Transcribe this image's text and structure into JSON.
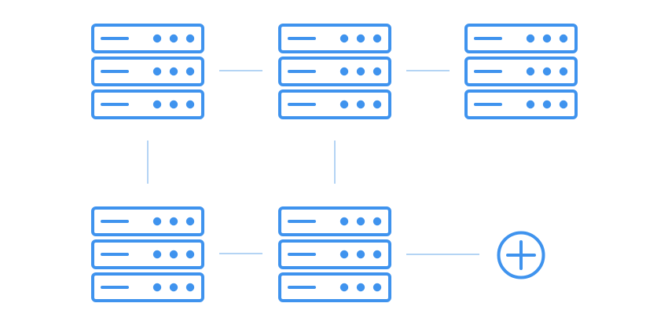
{
  "colors": {
    "accent": "#3f93ee",
    "connector": "#6aa9ea",
    "background": "#ffffff"
  },
  "icons": {
    "server": "server-rack-icon",
    "add": "plus-circle-icon"
  },
  "diagram": {
    "servers": [
      {
        "id": "server-top-left",
        "units": 3
      },
      {
        "id": "server-top-middle",
        "units": 3
      },
      {
        "id": "server-top-right",
        "units": 3
      },
      {
        "id": "server-bottom-left",
        "units": 3
      },
      {
        "id": "server-bottom-middle",
        "units": 3
      }
    ],
    "connections": [
      {
        "from": "server-top-left",
        "to": "server-top-middle"
      },
      {
        "from": "server-top-middle",
        "to": "server-top-right"
      },
      {
        "from": "server-top-left",
        "to": "server-bottom-left"
      },
      {
        "from": "server-top-middle",
        "to": "server-bottom-middle"
      },
      {
        "from": "server-bottom-left",
        "to": "server-bottom-middle"
      },
      {
        "from": "server-bottom-middle",
        "to": "add-server"
      }
    ],
    "add_node": {
      "id": "add-server"
    }
  }
}
